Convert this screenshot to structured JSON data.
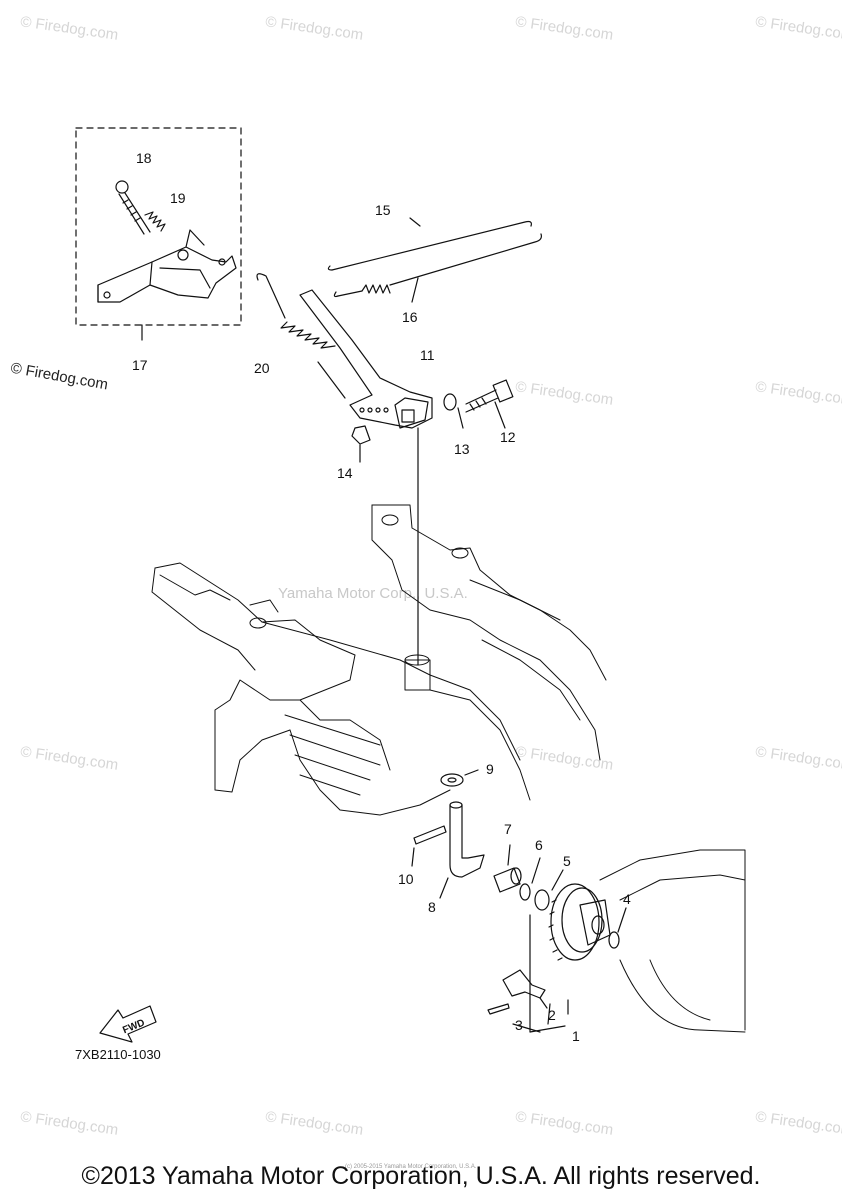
{
  "callouts": [
    {
      "id": "c18",
      "text": "18"
    },
    {
      "id": "c19",
      "text": "19"
    },
    {
      "id": "c17",
      "text": "17"
    },
    {
      "id": "c15",
      "text": "15"
    },
    {
      "id": "c16",
      "text": "16"
    },
    {
      "id": "c11",
      "text": "11"
    },
    {
      "id": "c20",
      "text": "20"
    },
    {
      "id": "c14",
      "text": "14"
    },
    {
      "id": "c13",
      "text": "13"
    },
    {
      "id": "c12",
      "text": "12"
    },
    {
      "id": "c9",
      "text": "9"
    },
    {
      "id": "c7",
      "text": "7"
    },
    {
      "id": "c6",
      "text": "6"
    },
    {
      "id": "c5",
      "text": "5"
    },
    {
      "id": "c4",
      "text": "4"
    },
    {
      "id": "c10",
      "text": "10"
    },
    {
      "id": "c8",
      "text": "8"
    },
    {
      "id": "c2",
      "text": "2"
    },
    {
      "id": "c3",
      "text": "3"
    },
    {
      "id": "c1",
      "text": "1"
    }
  ],
  "fwd_label": "FWD",
  "diagram_code": "7XB2110-1030",
  "center_watermark": "Yamaha Motor Corp., U.S.A.",
  "firedog_watermark": "© Firedog.com",
  "tiny_note": "(c) 2005-2015 Yamaha Motor Corporation, U.S.A.",
  "copyright": "©2013 Yamaha Motor Corporation, U.S.A. All rights reserved.",
  "colors": {
    "line": "#111111",
    "watermark": "#d6d6d6",
    "background": "#ffffff"
  }
}
